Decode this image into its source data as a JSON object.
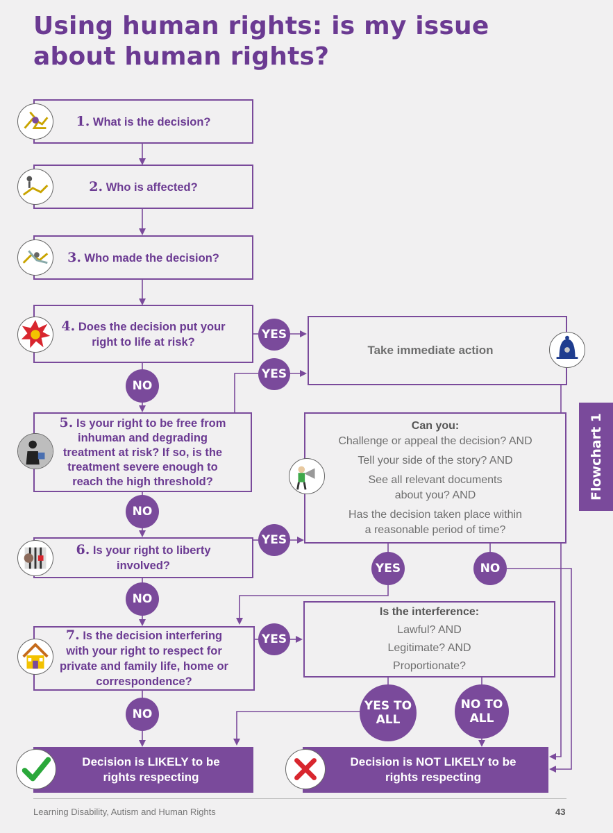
{
  "title": {
    "line1": "Using human rights: is my issue",
    "line2": "about human rights?"
  },
  "steps": [
    {
      "num": "1.",
      "text": "What is the decision?"
    },
    {
      "num": "2.",
      "text": "Who is affected?"
    },
    {
      "num": "3.",
      "text": "Who made the decision?"
    },
    {
      "num": "4.",
      "line1": "Does the decision put your",
      "line2": "right to life at risk?"
    },
    {
      "num": "5.",
      "line1": "Is your right to be free from",
      "line2": "inhuman and degrading",
      "line3": "treatment at risk? If so, is the",
      "line4": "treatment severe enough to",
      "line5": "reach the high threshold?"
    },
    {
      "num": "6.",
      "line1": "Is your right to liberty",
      "line2": "involved?"
    },
    {
      "num": "7.",
      "line1": "Is the decision interfering",
      "line2": "with your right to respect for",
      "line3": "private and family life, home or",
      "line4": "correspondence?"
    }
  ],
  "action": {
    "text": "Take immediate action"
  },
  "can_you": {
    "header": "Can you:",
    "items": [
      "Challenge or appeal the decision? AND",
      "Tell your side of the story? AND",
      "See all relevant documents",
      "about you? AND",
      "Has the decision taken place within",
      "a reasonable period of time?"
    ]
  },
  "interference": {
    "header": "Is the interference:",
    "items": [
      "Lawful? AND",
      "Legitimate? AND",
      "Proportionate?"
    ]
  },
  "labels": {
    "yes": "YES",
    "no": "NO",
    "yes_to": "YES TO",
    "no_to": "NO TO",
    "all": "ALL"
  },
  "results": {
    "likely": {
      "line1": "Decision is LIKELY to be",
      "line2": "rights respecting"
    },
    "not_likely": {
      "line1": "Decision is NOT LIKELY to be",
      "line2": "rights respecting"
    }
  },
  "tab": {
    "label": "Flowchart 1"
  },
  "footer": {
    "source": "Learning Disability, Autism and Human Rights",
    "page": "43"
  },
  "colors": {
    "accent": "#7a4a9b",
    "title": "#6b3a92",
    "check": "#2aa83a",
    "cross": "#d8262e"
  }
}
